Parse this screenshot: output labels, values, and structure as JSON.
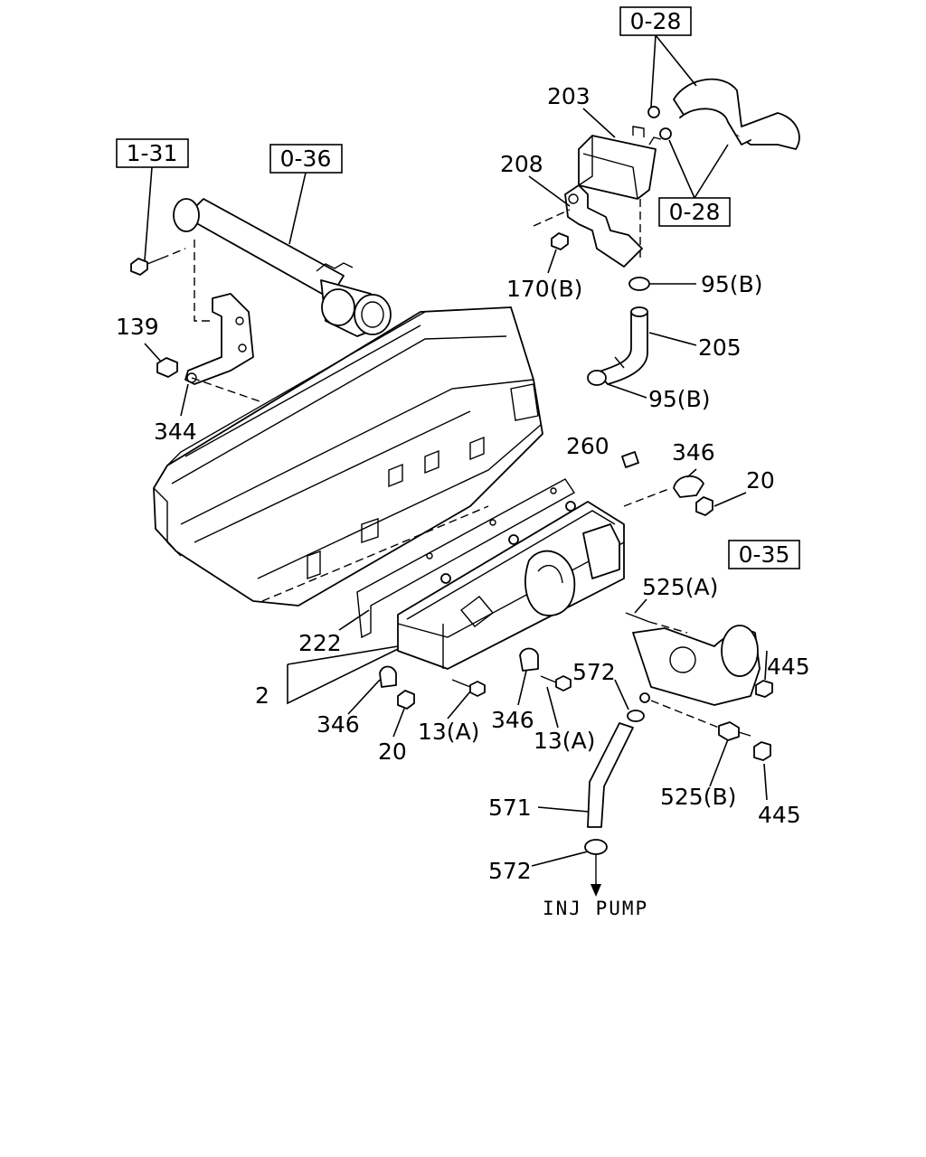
{
  "ref_tags": {
    "r028a": "0-28",
    "r028b": "0-28",
    "r131": "1-31",
    "r036": "0-36",
    "r035": "0-35"
  },
  "callouts": {
    "c203": "203",
    "c208": "208",
    "c170b": "170(B)",
    "c95b1": "95(B)",
    "c205": "205",
    "c95b2": "95(B)",
    "c139": "139",
    "c344": "344",
    "c260": "260",
    "c346a": "346",
    "c20a": "20",
    "c525a": "525(A)",
    "c445a": "445",
    "c222": "222",
    "c2": "2",
    "c572a": "572",
    "c346b": "346",
    "c20b": "20",
    "c13a1": "13(A)",
    "c346c": "346",
    "c13a2": "13(A)",
    "c525b": "525(B)",
    "c445b": "445",
    "c571": "571",
    "c572b": "572"
  },
  "destination": "INJ PUMP"
}
